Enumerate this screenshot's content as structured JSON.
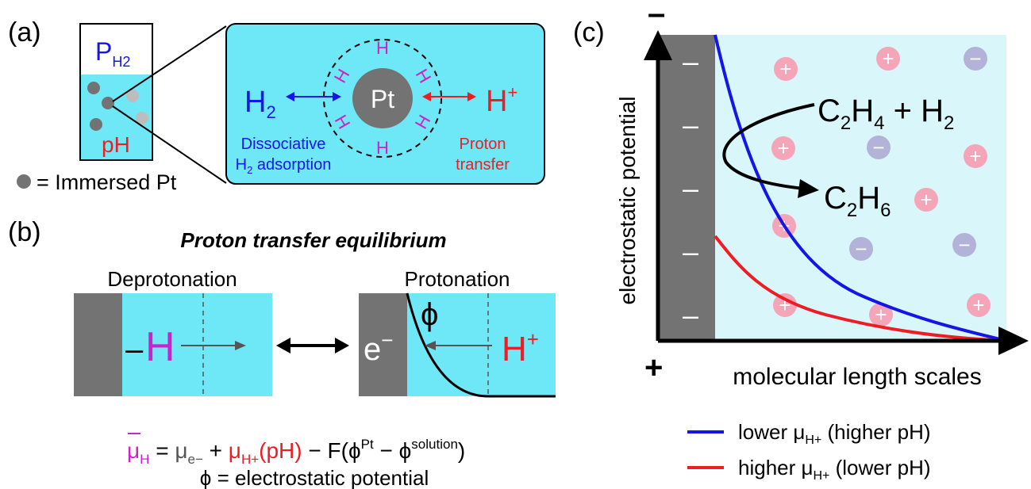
{
  "panel_a": {
    "label": "(a)",
    "p_main": "P",
    "p_sub": "H2",
    "ph": "pH",
    "legend_text": "= Immersed Pt",
    "pt": "Pt",
    "h_atom": "H",
    "h2_main": "H",
    "h2_sub": "2",
    "hplus_main": "H",
    "hplus_sup": "+",
    "left_cap_1": "Dissociative",
    "left_cap_2_main": "H",
    "left_cap_2_sub": "2",
    "left_cap_2_rest": " adsorption",
    "right_cap_1": "Proton",
    "right_cap_2": "transfer"
  },
  "panel_b": {
    "label": "(b)",
    "title": "Proton transfer equilibrium",
    "deprot_label": "Deprotonation",
    "prot_label": "Protonation",
    "dash": "–",
    "h_atom": "H",
    "electron_main": "e",
    "electron_sup": "−",
    "phi": "ϕ",
    "hplus_main": "H",
    "hplus_sup": "+",
    "eq": {
      "mu_bar": "μ",
      "mu_bar_sub": "H",
      "equals": " = ",
      "mu_e": "μ",
      "mu_e_sub": "e−",
      "plus": " + ",
      "mu_h": "μ",
      "mu_h_sub": "H+",
      "mu_h_arg": "(pH)",
      "minus_f": " − F(ϕ",
      "phi_pt_sup": "Pt",
      "minus": " − ϕ",
      "phi_sol_sup": "solution",
      "close": ")"
    },
    "phi_def": "ϕ = electrostatic potential"
  },
  "panel_c": {
    "label": "(c)",
    "y_axis_label": "electrostatic potential",
    "x_axis_label": "molecular length scales",
    "y_top_sign": "–",
    "y_bottom_sign": "+",
    "electrode_charge": "–",
    "reactant_c": "C",
    "reactant_c_sub": "2",
    "reactant_h": "H",
    "reactant_h_sub": "4",
    "reactant_plus": " + H",
    "reactant_h2_sub": "2",
    "product_c": "C",
    "product_c_sub": "2",
    "product_h": "H",
    "product_h_sub": "6",
    "ion_plus": "+",
    "ion_minus": "−",
    "legend": [
      {
        "pre": "lower μ",
        "sub": "H+",
        "post": " (higher pH)",
        "color": "#1515e6"
      },
      {
        "pre": "higher μ",
        "sub": "H+",
        "post": " (lower pH)",
        "color": "#ee1c24"
      }
    ]
  },
  "colors": {
    "cyan": "#6ee8f7",
    "light_cyan": "#d9f7fb",
    "electrode": "#737373",
    "blue": "#1515e6",
    "red": "#ee1c24",
    "magenta": "#cc22cc",
    "pink_ion": "#f5a5b8",
    "purple_ion": "#b3b3d9"
  }
}
